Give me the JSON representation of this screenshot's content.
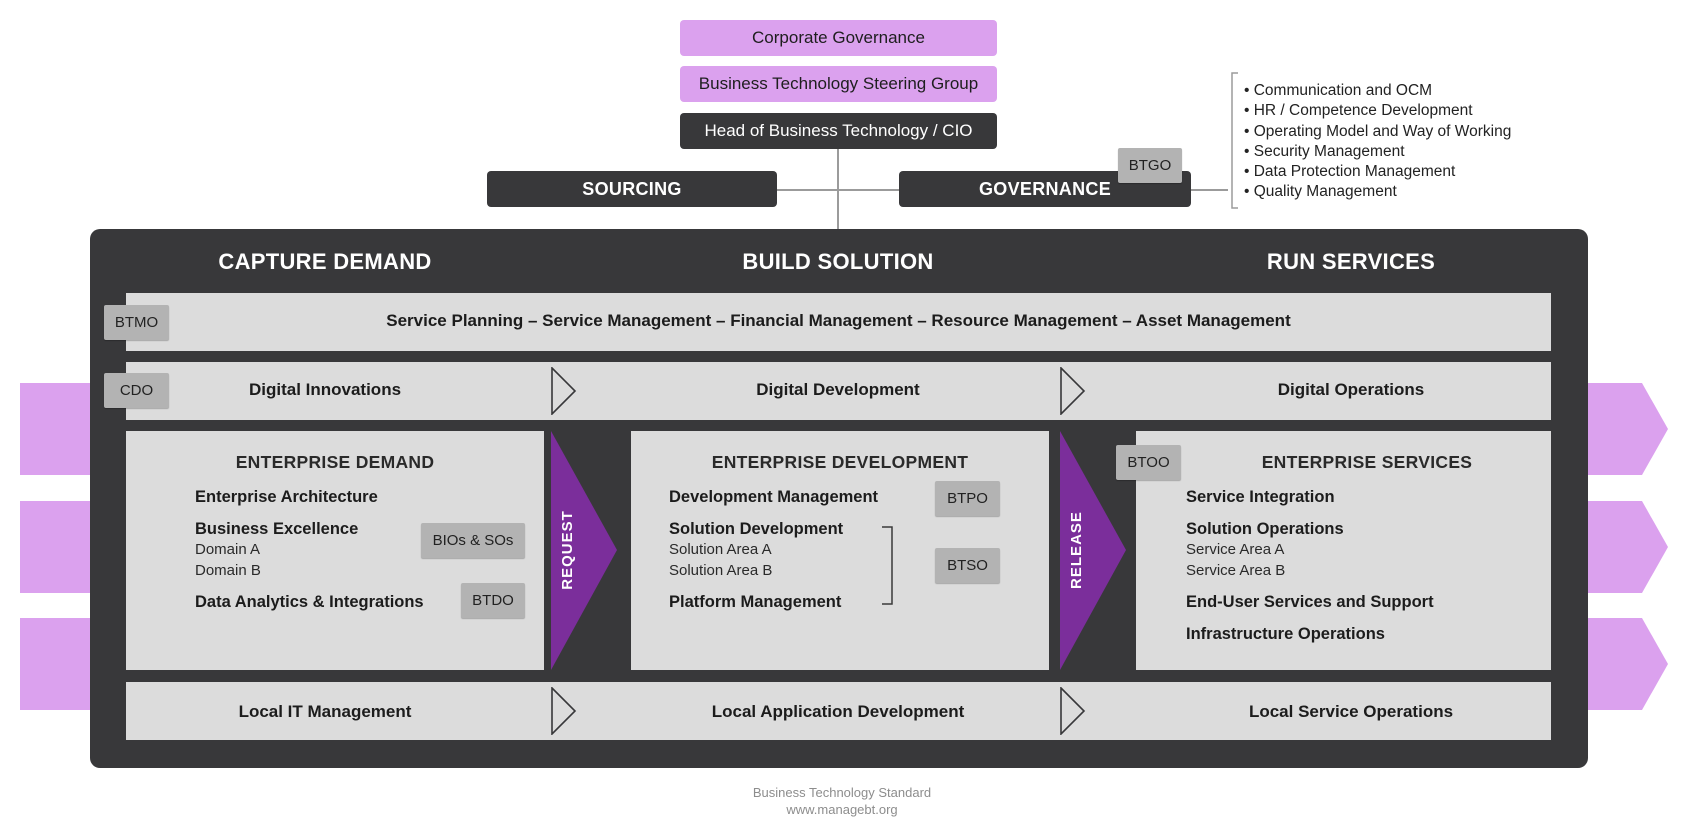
{
  "top": {
    "corporate_governance": "Corporate Governance",
    "steering_group": "Business Technology Steering Group",
    "head": "Head of Business Technology / CIO",
    "sourcing": "SOURCING",
    "governance": "GOVERNANCE",
    "btgo": "BTGO",
    "governance_items": [
      "Communication and OCM",
      "HR / Competence Development",
      "Operating Model and Way of Working",
      "Security Management",
      "Data Protection Management",
      "Quality Management"
    ]
  },
  "phases": {
    "capture": "CAPTURE DEMAND",
    "build": "BUILD SOLUTION",
    "run": "RUN SERVICES"
  },
  "btmo_band": {
    "tag": "BTMO",
    "text": "Service Planning – Service Management – Financial Management – Resource Management – Asset Management"
  },
  "digital_band": {
    "tag": "CDO",
    "innovations": "Digital Innovations",
    "development": "Digital Development",
    "operations": "Digital Operations"
  },
  "enterprise_demand": {
    "title": "ENTERPRISE DEMAND",
    "architecture": "Enterprise Architecture",
    "excellence": "Business Excellence",
    "domain_a": "Domain A",
    "domain_b": "Domain B",
    "bios_tag": "BIOs & SOs",
    "analytics": "Data Analytics & Integrations",
    "btdo_tag": "BTDO"
  },
  "request_label": "REQUEST",
  "enterprise_development": {
    "title": "ENTERPRISE DEVELOPMENT",
    "dev_mgmt": "Development Management",
    "btpo_tag": "BTPO",
    "solution_dev": "Solution Development",
    "area_a": "Solution Area A",
    "area_b": "Solution Area B",
    "btso_tag": "BTSO",
    "platform": "Platform Management"
  },
  "release_label": "RELEASE",
  "enterprise_services": {
    "btoo_tag": "BTOO",
    "title": "ENTERPRISE SERVICES",
    "integration": "Service Integration",
    "solution_ops": "Solution Operations",
    "area_a": "Service Area A",
    "area_b": "Service Area B",
    "end_user": "End-User Services and Support",
    "infra": "Infrastructure Operations"
  },
  "local_band": {
    "it_mgmt": "Local IT Management",
    "app_dev": "Local Application Development",
    "service_ops": "Local Service Operations"
  },
  "footer": {
    "line1": "Business Technology Standard",
    "line2": "www.managebt.org"
  },
  "colors": {
    "pink": "#dba1ee",
    "purple": "#7b2e9b",
    "dark": "#38383a",
    "panel": "#dcdcdc",
    "tag": "#b3b3b3"
  }
}
